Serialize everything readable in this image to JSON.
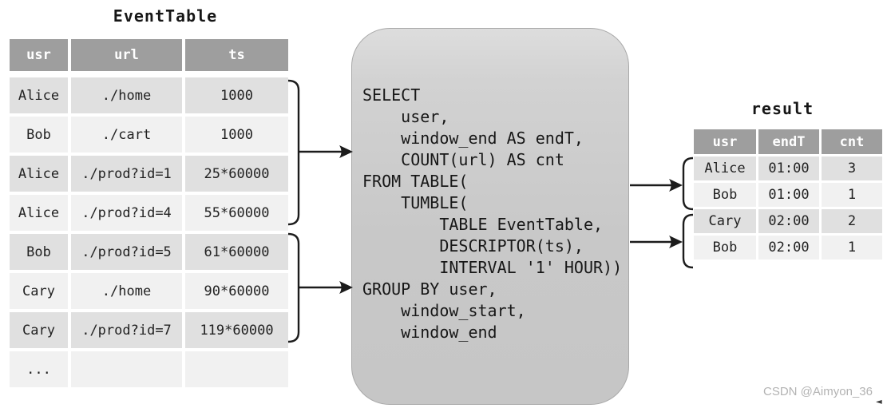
{
  "titles": {
    "event_table": "EventTable",
    "result": "result"
  },
  "event_table": {
    "columns": [
      "usr",
      "url",
      "ts"
    ],
    "rows": [
      [
        "Alice",
        "./home",
        "1000"
      ],
      [
        "Bob",
        "./cart",
        "1000"
      ],
      [
        "Alice",
        "./prod?id=1",
        "25*60000"
      ],
      [
        "Alice",
        "./prod?id=4",
        "55*60000"
      ],
      [
        "Bob",
        "./prod?id=5",
        "61*60000"
      ],
      [
        "Cary",
        "./home",
        "90*60000"
      ],
      [
        "Cary",
        "./prod?id=7",
        "119*60000"
      ],
      [
        "...",
        "",
        ""
      ]
    ]
  },
  "sql": {
    "code": "SELECT\n    user,\n    window_end AS endT,\n    COUNT(url) AS cnt\nFROM TABLE(\n    TUMBLE(\n        TABLE EventTable,\n        DESCRIPTOR(ts),\n        INTERVAL '1' HOUR))\nGROUP BY user,\n    window_start,\n    window_end"
  },
  "result_table": {
    "columns": [
      "usr",
      "endT",
      "cnt"
    ],
    "rows": [
      [
        "Alice",
        "01:00",
        "3"
      ],
      [
        "Bob",
        "01:00",
        "1"
      ],
      [
        "Cary",
        "02:00",
        "2"
      ],
      [
        "Bob",
        "02:00",
        "1"
      ]
    ]
  },
  "watermark": {
    "text": "CSDN @Aimyon_36",
    "cursor_icon": "◄"
  },
  "colors": {
    "header_bg": "#9e9e9e",
    "row_dark": "#e0e0e0",
    "row_light": "#f1f1f1",
    "box_fill": "#c7c7c7",
    "arrow": "#1c1c1c",
    "watermark": "#b3b3b3"
  }
}
